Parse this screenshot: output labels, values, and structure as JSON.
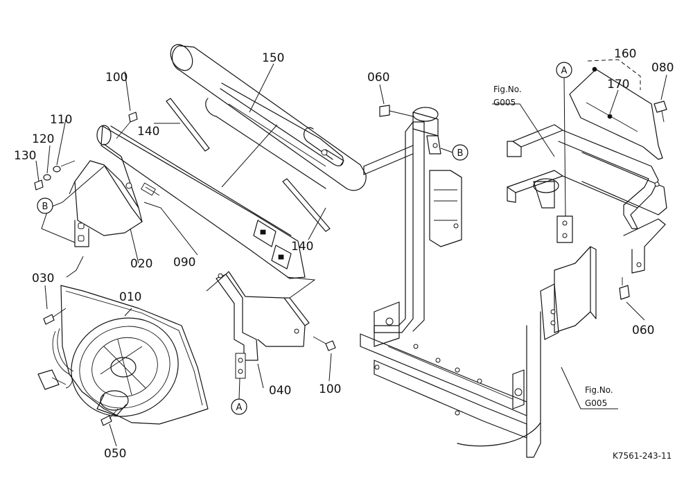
{
  "part_labels": {
    "p150": "150",
    "p100a": "100",
    "p110": "110",
    "p120": "120",
    "p130": "130",
    "p140a": "140",
    "p140b": "140",
    "p020": "020",
    "p090": "090",
    "p030": "030",
    "p010": "010",
    "p040": "040",
    "p100b": "100",
    "p050": "050",
    "p060a": "060",
    "p060b": "060",
    "p160": "160",
    "p170": "170",
    "p080": "080"
  },
  "callouts": {
    "A_top": "A",
    "A_bottom": "A",
    "B_left": "B",
    "B_right": "B"
  },
  "figure_refs": {
    "top": {
      "line1": "Fig.No.",
      "line2": "G005"
    },
    "bottom": {
      "line1": "Fig.No.",
      "line2": "G005"
    }
  },
  "drawing_code": "K7561-243-11"
}
